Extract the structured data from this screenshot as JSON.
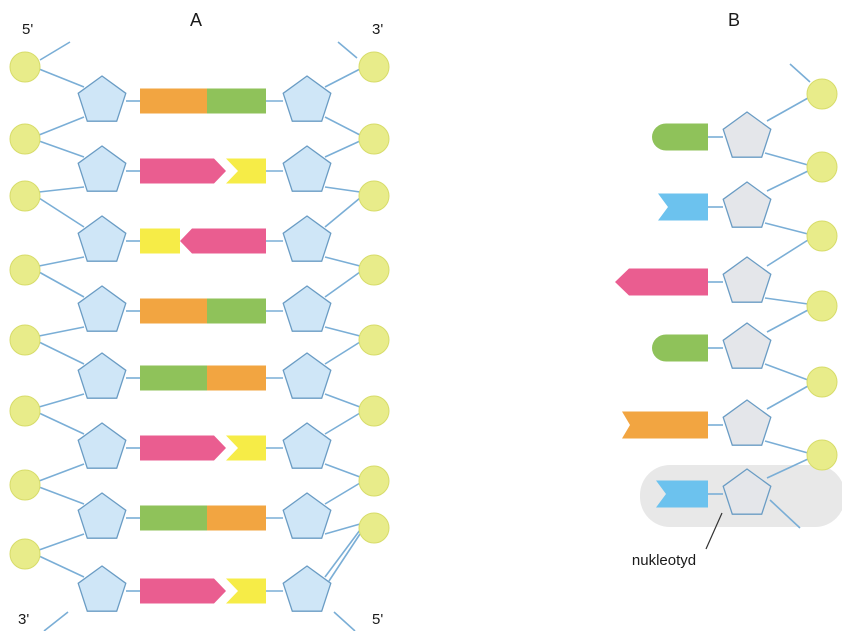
{
  "panel_a": {
    "title": "A",
    "top_left_end": "5'",
    "top_right_end": "3'",
    "bottom_left_end": "3'",
    "bottom_right_end": "5'",
    "phosphate_label": "P",
    "pairs": [
      {
        "left": "G",
        "right": "C"
      },
      {
        "left": "A",
        "right": "T"
      },
      {
        "left": "T",
        "right": "A"
      },
      {
        "left": "G",
        "right": "C"
      },
      {
        "left": "C",
        "right": "G"
      },
      {
        "left": "A",
        "right": "T"
      },
      {
        "left": "C",
        "right": "G"
      },
      {
        "left": "A",
        "right": "T"
      }
    ]
  },
  "panel_b": {
    "title": "B",
    "phosphate_label": "P",
    "bases": [
      "C",
      "U",
      "A",
      "C",
      "G",
      "U"
    ],
    "callout": "nukleotyd"
  },
  "colors": {
    "phosphate": "#e8ec8a",
    "deoxyribose": "#cfe6f7",
    "ribose": "#e4e6ea",
    "sugar_stroke": "#6a9cc4",
    "backbone": "#7aaed6",
    "G": "#f2a541",
    "C": "#8fc25a",
    "A": "#ea5d90",
    "T": "#f6ec47",
    "U": "#6cc2ee",
    "highlight": "#e8e8e8"
  }
}
